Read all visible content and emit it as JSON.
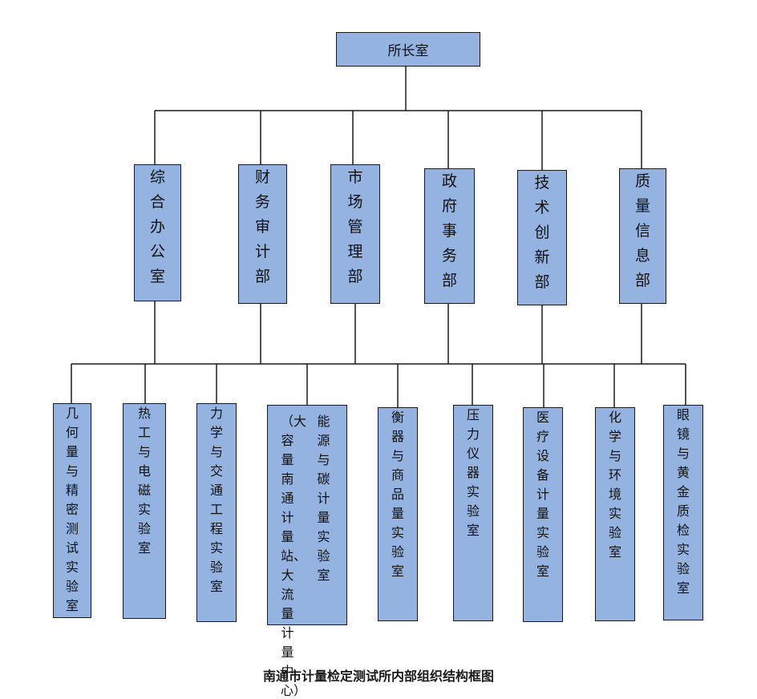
{
  "root": {
    "label": "所长室"
  },
  "departments": [
    {
      "label": "综合办公室"
    },
    {
      "label": "财务审计部"
    },
    {
      "label": "市场管理部"
    },
    {
      "label": "政府事务部"
    },
    {
      "label": "技术创新部"
    },
    {
      "label": "质量信息部"
    }
  ],
  "labs": [
    {
      "label": "几何量与精密测试实验室"
    },
    {
      "label": "热工与电磁实验室"
    },
    {
      "label": "力学与交通工程实验室"
    },
    {
      "label": "能源与碳计量实验室",
      "sub": "（大容量南通计量站、大流量计量中心）"
    },
    {
      "label": "衡器与商品量实验室"
    },
    {
      "label": "压力仪器实验室"
    },
    {
      "label": "医疗设备计量实验室"
    },
    {
      "label": "化学与环境实验室"
    },
    {
      "label": "眼镜与黄金质检实验室"
    }
  ],
  "caption": "南通市计量检定测试所内部组织结构框图"
}
